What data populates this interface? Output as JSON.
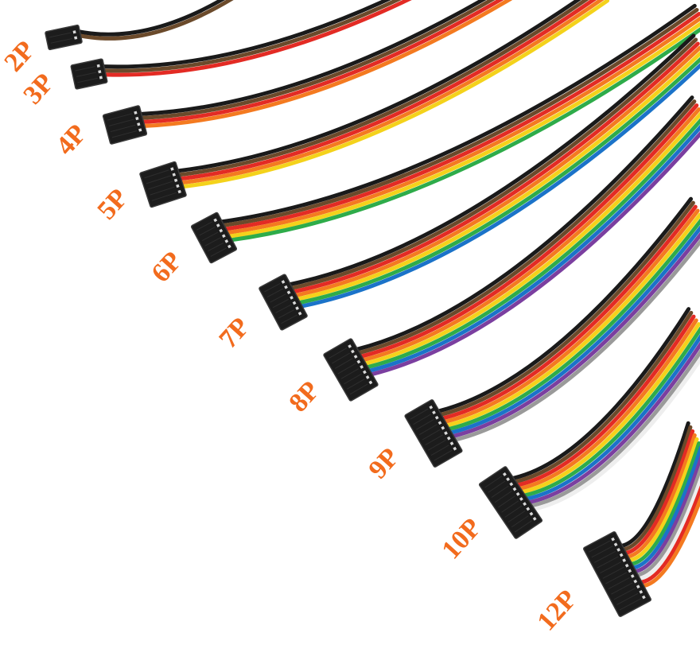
{
  "image": {
    "background_color": "#ffffff",
    "label_color": "#f26b1d",
    "housing_color": "#1c1c1c",
    "wire_palette": [
      "#1a1a1a",
      "#6b4a2b",
      "#e32b24",
      "#f47a20",
      "#f4d21b",
      "#2eac4a",
      "#1b73c9",
      "#7b3fa0",
      "#9a9a9a",
      "#eeeeee",
      "#e32b24",
      "#f47a20"
    ]
  },
  "cables": [
    {
      "label": "2P",
      "pins": 2
    },
    {
      "label": "3P",
      "pins": 3
    },
    {
      "label": "4P",
      "pins": 4
    },
    {
      "label": "5P",
      "pins": 5
    },
    {
      "label": "6P",
      "pins": 6
    },
    {
      "label": "7P",
      "pins": 7
    },
    {
      "label": "8P",
      "pins": 8
    },
    {
      "label": "9P",
      "pins": 9
    },
    {
      "label": "10P",
      "pins": 10
    },
    {
      "label": "12P",
      "pins": 12
    }
  ]
}
